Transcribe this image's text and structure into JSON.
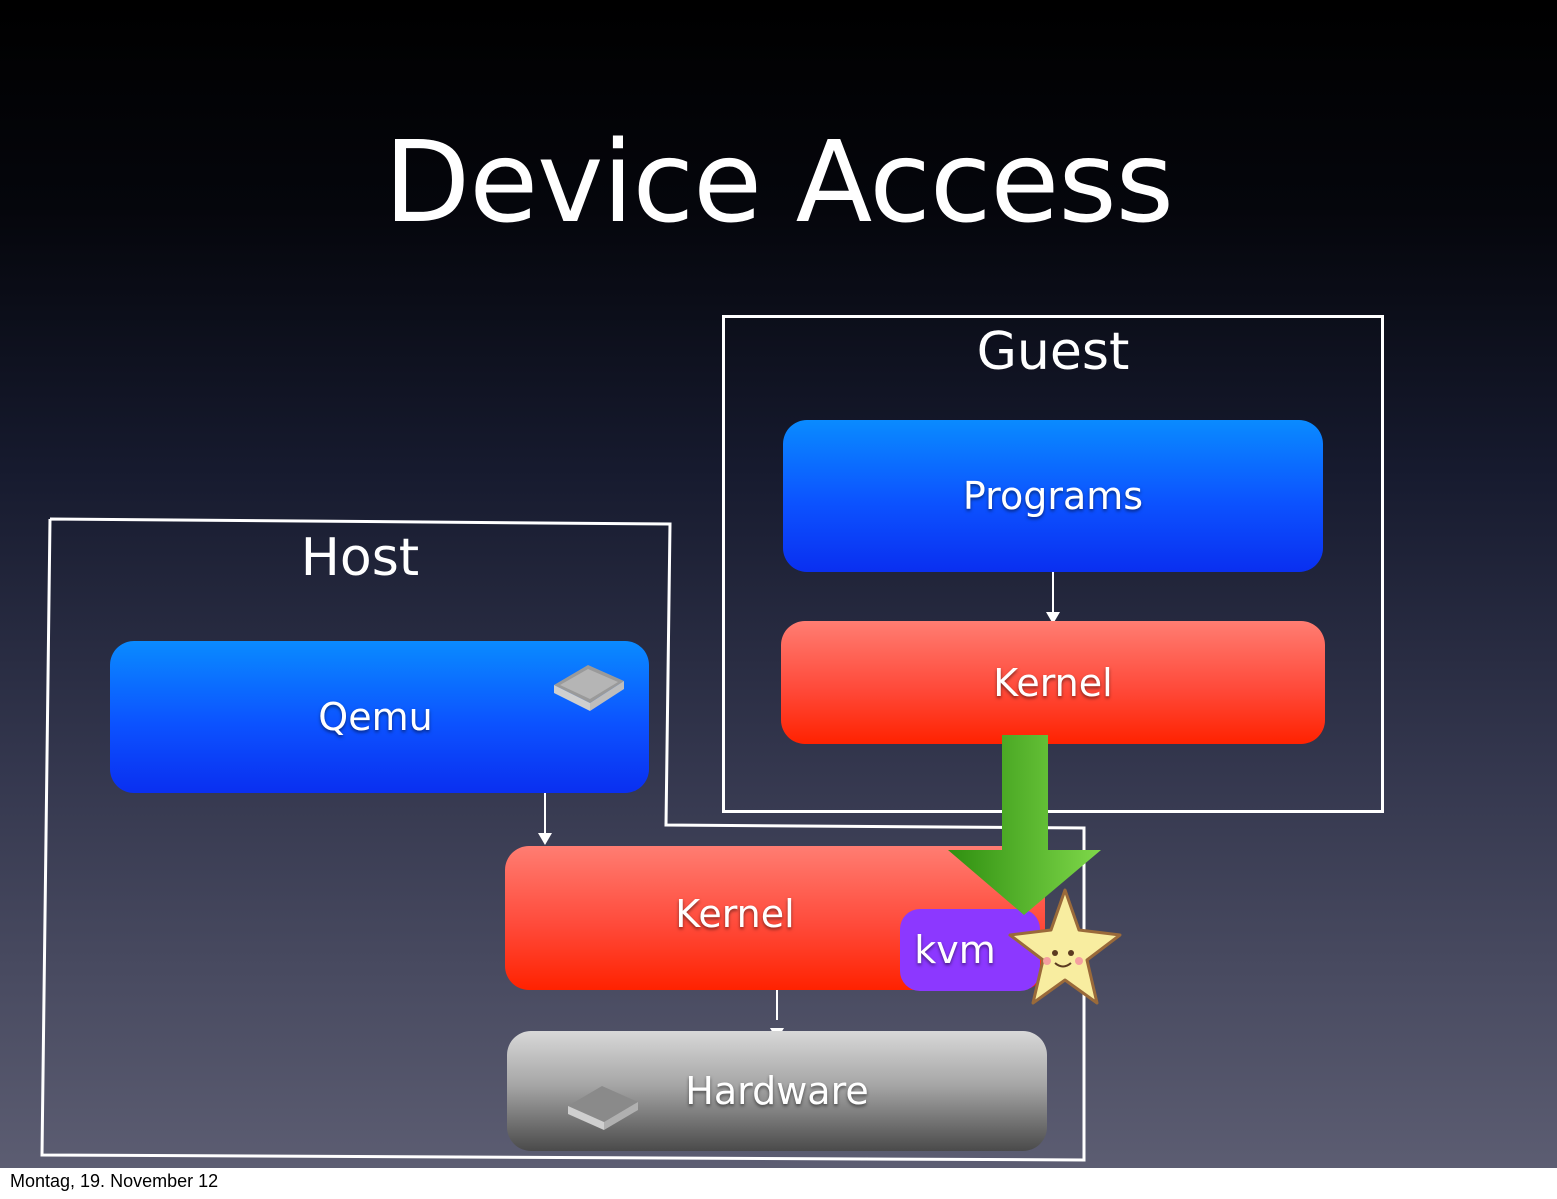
{
  "slide": {
    "title": "Device Access",
    "groups": {
      "guest": {
        "label": "Guest"
      },
      "host": {
        "label": "Host"
      }
    },
    "boxes": {
      "programs": "Programs",
      "guest_kernel": "Kernel",
      "qemu": "Qemu",
      "host_kernel": "Kernel",
      "kvm": "kvm",
      "hardware": "Hardware"
    },
    "colors": {
      "blue": "#0c52ff",
      "red": "#ff4a3a",
      "purple": "#8c38ff",
      "gray": "#a6a6a6",
      "green_arrow": "#4fbf2a"
    },
    "icons": [
      "chip-icon",
      "chip-icon",
      "star-icon",
      "green-down-arrow"
    ]
  },
  "footer": {
    "date": "Montag, 19. November 12"
  }
}
